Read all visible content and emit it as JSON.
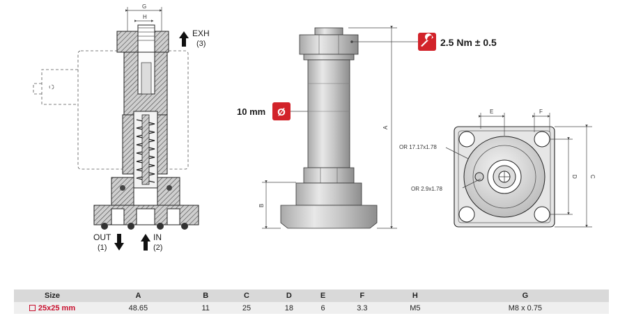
{
  "section": {
    "dim_g": "G",
    "dim_h": "H",
    "exh_label": "EXH",
    "exh_port": "(3)",
    "out_label": "OUT",
    "out_port": "(1)",
    "in_label": "IN",
    "in_port": "(2)"
  },
  "side": {
    "torque_text": "2.5 Nm ± 0.5",
    "diameter_text": "10 mm",
    "diameter_symbol": "Ø",
    "dim_a": "A",
    "dim_b": "B"
  },
  "top": {
    "dim_e": "E",
    "dim_f": "F",
    "dim_c": "C",
    "dim_d": "D",
    "oring_large": "OR 17.17x1.78",
    "oring_small": "OR 2.9x1.78"
  },
  "colors": {
    "accent": "#d2232a",
    "size_red": "#c8102e",
    "header_bg": "#d9d9d9",
    "row_bg": "#efefef"
  },
  "table": {
    "headers": [
      "Size",
      "A",
      "B",
      "C",
      "D",
      "E",
      "F",
      "H",
      "G"
    ],
    "rows": [
      {
        "size": "25x25 mm",
        "values": [
          "48.65",
          "11",
          "25",
          "18",
          "6",
          "3.3",
          "M5",
          "M8 x 0.75"
        ]
      }
    ]
  }
}
